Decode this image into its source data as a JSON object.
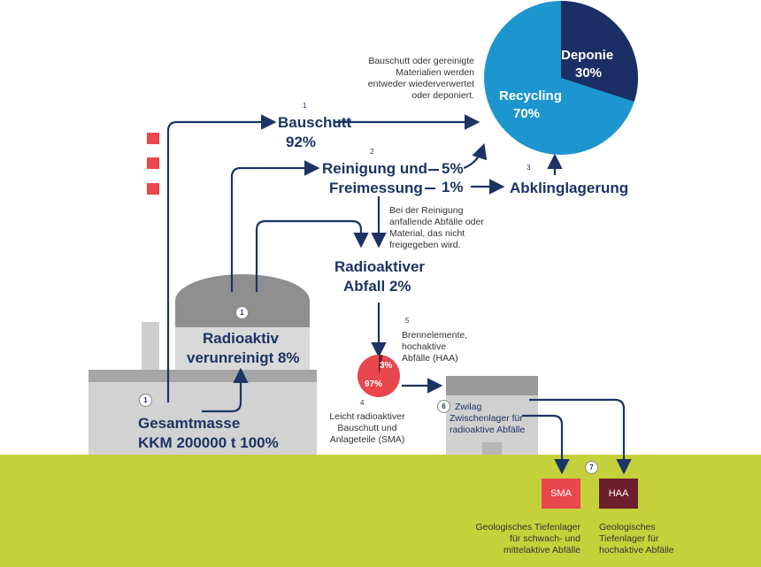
{
  "pie": {
    "recycling_label": "Recycling",
    "recycling_value": "70%",
    "deponie_label": "Deponie",
    "deponie_value": "30%",
    "recycling_fraction": 0.7
  },
  "small_pie": {
    "major_value": "97%",
    "minor_value": "3%",
    "minor_fraction": 0.03
  },
  "note_top": [
    "Bauschutt oder gereinigte",
    "Materialien werden",
    "entweder wiederverwertet",
    "oder deponiert."
  ],
  "bauschutt": {
    "num": "1",
    "label": "Bauschutt",
    "value": "92%"
  },
  "reinigung": {
    "num": "2",
    "line1": "Reinigung und",
    "line2": "Freimessung",
    "pct_top": "5%",
    "pct_bottom": "1%"
  },
  "abklinglagerung": {
    "num": "3",
    "label": "Abklinglagerung"
  },
  "note_reinigung": [
    "Bei der Reinigung",
    "anfallende Abfälle oder",
    "Material, das nicht",
    "freigegeben wird."
  ],
  "radioaktiver": {
    "line1": "Radioaktiver",
    "line2": "Abfall 2%"
  },
  "brennelemente": {
    "num": "5",
    "lines": [
      "Brennelemente,",
      "hochaktive",
      "Abfälle (HAA)"
    ]
  },
  "leicht": {
    "num": "4",
    "lines": [
      "Leicht radioaktiver",
      "Bauschutt und",
      "Anlageteile (SMA)"
    ]
  },
  "zwilag": {
    "num": "6",
    "lines": [
      "Zwilag",
      "Zwischenlager für",
      "radioaktive Abfälle"
    ]
  },
  "radioaktiv_verunreinigt": {
    "num": "1",
    "line1": "Radioaktiv",
    "line2": "verunreinigt 8%"
  },
  "gesamtmasse": {
    "num": "1",
    "line1": "Gesamtmasse",
    "line2": "KKM 200000 t 100%"
  },
  "tiefenlager": {
    "num": "7",
    "sma": {
      "label": "SMA",
      "lines": [
        "Geologisches Tiefenlager",
        "für schwach- und",
        "mittelaktive Abfälle"
      ]
    },
    "haa": {
      "label": "HAA",
      "lines": [
        "Geologisches",
        "Tiefenlager für",
        "hochaktive Abfälle"
      ]
    }
  },
  "colors": {
    "navy": "#1c3464",
    "recycling": "#1d95cf",
    "deponie": "#1b2f66",
    "red": "#e8474d",
    "haa": "#6b1f2b",
    "ground": "#c5d13a",
    "building": "#c9c9c9",
    "dome": "#8f8f8f"
  }
}
